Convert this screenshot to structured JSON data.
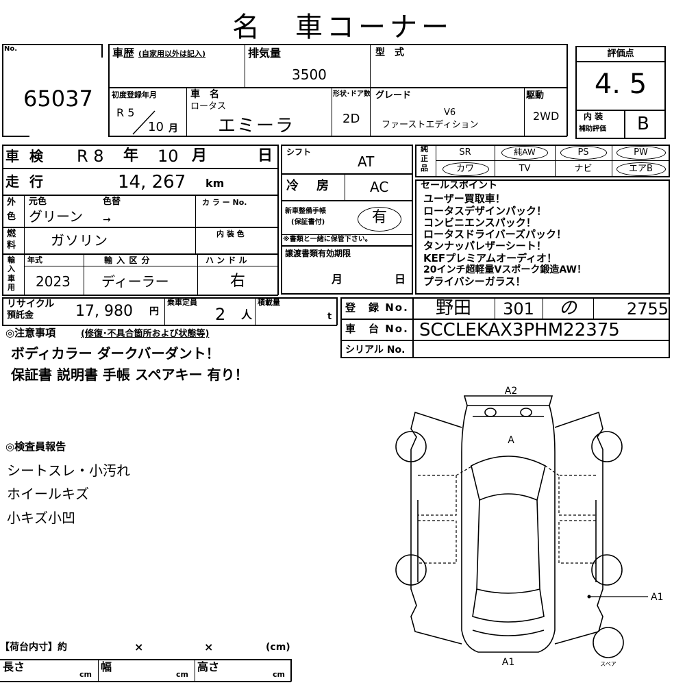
{
  "title": "名　車コーナー",
  "stock": {
    "no_label": "No.",
    "number": "65037"
  },
  "history": {
    "label": "車歴",
    "note": "(自家用以外は記入)"
  },
  "displacement": {
    "label": "排気量",
    "value": "3500"
  },
  "model": {
    "label": "型　式",
    "value": ""
  },
  "first_reg": {
    "label": "初度登録年月",
    "era": "R 5",
    "month": "10",
    "month_unit": "月"
  },
  "car_name": {
    "label": "車　名",
    "maker": "ロータス",
    "name": "エミーラ"
  },
  "body": {
    "label": "形状･ドア数",
    "value": "2D"
  },
  "grade": {
    "label": "グレード",
    "line1": "V6",
    "line2": "ファーストエディション"
  },
  "drive": {
    "label": "駆動",
    "value": "2WD"
  },
  "rating": {
    "label": "評価点",
    "score": "4. 5",
    "interior_label1": "内 装",
    "interior_label2": "補助評価",
    "interior": "B"
  },
  "inspection": {
    "label": "車 検",
    "era": "R 8",
    "year_unit": "年",
    "month": "10",
    "month_unit": "月",
    "day_unit": "日"
  },
  "mileage": {
    "label": "走 行",
    "value": "14, 267",
    "unit": "km"
  },
  "color": {
    "side1": "外",
    "side2": "色",
    "orig_label": "元色",
    "repaint_label": "色替",
    "value": "グリーン",
    "arrow": "→",
    "color_no_label": "カ ラ ー No."
  },
  "fuel": {
    "side1": "燃",
    "side2": "料",
    "value": "ガソリン",
    "interior_color_label": "内 装 色"
  },
  "import": {
    "side1": "輸",
    "side2": "入",
    "side3": "車",
    "side4": "用",
    "year_label": "年式",
    "year": "2023",
    "type_label": "輸 入 区 分",
    "type": "ディーラー",
    "handle_label": "ハ ン ド ル",
    "handle": "右"
  },
  "shift": {
    "label": "シフト",
    "value": "AT"
  },
  "aircon": {
    "label": "冷　房",
    "value": "AC"
  },
  "warranty": {
    "label1": "新車整備手帳",
    "label2": "(保証書付)",
    "value": "有",
    "note": "※書類と一緒に保管下さい。"
  },
  "transfer": {
    "label": "譲渡書類有効期限",
    "month_unit": "月",
    "day_unit": "日"
  },
  "equipment": {
    "side1": "純",
    "side2": "正",
    "side3": "品",
    "row1": [
      "SR",
      "純AW",
      "PS",
      "PW"
    ],
    "row2": [
      "カワ",
      "TV",
      "ナビ",
      "エアB"
    ]
  },
  "sales_points": {
    "label": "セールスポイント",
    "lines": [
      "ユーザー買取車！",
      "ロータスデザインパック！",
      "コンビニエンスパック！",
      "ロータスドライバーズパック！",
      "タンナッパレザーシート！",
      "KEFプレミアムオーディオ！",
      "20インチ超軽量Vスポーク鍛造AW！",
      "プライバシーガラス！"
    ]
  },
  "recycle": {
    "label1": "リサイクル",
    "label2": "預託金",
    "value": "17, 980",
    "unit": "円"
  },
  "capacity": {
    "label": "乗車定員",
    "value": "2",
    "unit": "人"
  },
  "load": {
    "label": "積載量",
    "unit": "t"
  },
  "registration": {
    "label": "登　録 No.",
    "place": "野田",
    "class": "301",
    "kana": "の",
    "number": "2755"
  },
  "chassis": {
    "label": "車　台 No.",
    "value": "SCCLEKAX3PHM22375"
  },
  "serial": {
    "label": "シリアル No.",
    "value": ""
  },
  "notes": {
    "label": "◎注意事項",
    "label_sub": "(修復･不具合箇所および状態等)",
    "lines": [
      "ボディカラー ダークバーダント！",
      "保証書 説明書 手帳 スペアキー 有り！"
    ]
  },
  "inspector": {
    "label": "◎検査員報告",
    "lines": [
      "シートスレ・小汚れ",
      "ホイールキズ",
      "小キズ小凹"
    ]
  },
  "diagram": {
    "labels": {
      "top": "A2",
      "roof": "A",
      "right": "A1",
      "bottom": "A1",
      "spare": "スペア"
    }
  },
  "cargo": {
    "label": "【荷台内寸】約",
    "x1": "×",
    "x2": "×",
    "unit": "(cm)",
    "length_label": "長さ",
    "width_label": "幅",
    "height_label": "高さ",
    "cm": "cm"
  }
}
